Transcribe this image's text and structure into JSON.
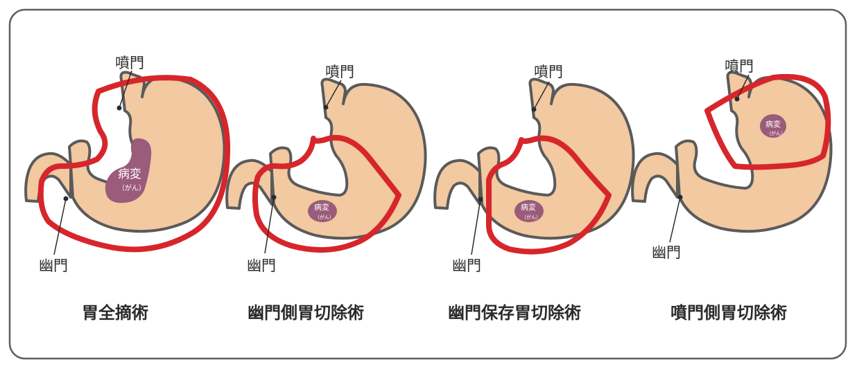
{
  "colors": {
    "stomach_fill": "#f2c9a1",
    "stomach_outline": "#5a5a5a",
    "resection_line": "#d7262b",
    "lesion": "#9b5b7a",
    "frame_border": "#5f5f5f"
  },
  "labels": {
    "cardia": "噴門",
    "pylorus": "幽門",
    "lesion": "病変",
    "lesion_sub": "（がん）"
  },
  "procedures": [
    {
      "title": "胃全摘術"
    },
    {
      "title": "幽門側胃切除術"
    },
    {
      "title": "幽門保存胃切除術"
    },
    {
      "title": "噴門側胃切除術"
    }
  ]
}
